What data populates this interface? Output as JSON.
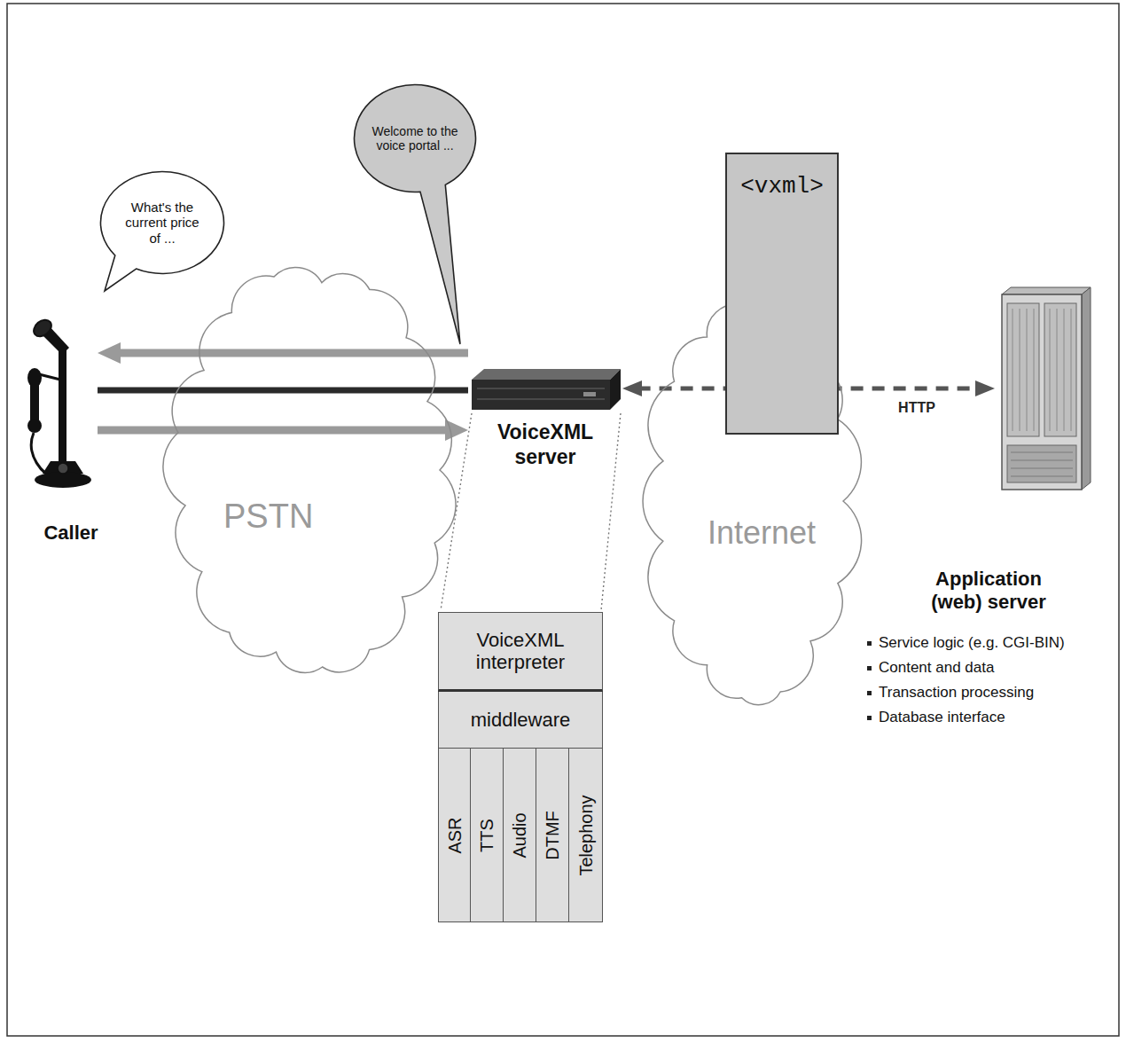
{
  "diagram": {
    "nodes": [
      {
        "text": [
          "Caller"
        ]
      },
      {
        "text": [
          "What's the current price of ..."
        ]
      },
      {
        "text": [
          "Welcome to the voice portal ..."
        ]
      },
      {
        "text": [
          "PSTN"
        ]
      },
      {
        "text": [
          "VoiceXML server"
        ]
      },
      {
        "text": [
          "VoiceXML interpreter"
        ]
      },
      {
        "text": [
          "middleware"
        ]
      },
      {
        "text": [
          "ASR"
        ]
      },
      {
        "text": [
          "TTS"
        ]
      },
      {
        "text": [
          "Audio"
        ]
      },
      {
        "text": [
          "DTMF"
        ]
      },
      {
        "text": [
          "Telephony"
        ]
      },
      {
        "text": [
          "Internet"
        ]
      },
      {
        "text": [
          "<vxml>"
        ]
      },
      {
        "text": [
          "Application (web) server",
          "Service logic (e.g. CGI-BIN)",
          "Content and data",
          "Transaction processing",
          "Database interface"
        ]
      }
    ],
    "edges": [
      {
        "from": 4,
        "to": 0,
        "arrow": "to"
      },
      {
        "from": 0,
        "to": 4,
        "arrow": "none"
      },
      {
        "from": 0,
        "to": 4,
        "arrow": "to"
      },
      {
        "from": 4,
        "to": 14,
        "arrow": "both",
        "label": "HTTP"
      }
    ]
  }
}
